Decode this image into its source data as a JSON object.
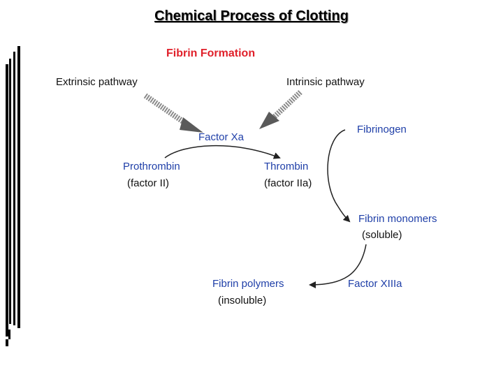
{
  "title": "Chemical Process of Clotting",
  "diagram": {
    "heading": "Fibrin Formation",
    "extrinsic": "Extrinsic pathway",
    "intrinsic": "Intrinsic pathway",
    "factor_xa": "Factor Xa",
    "prothrombin": "Prothrombin",
    "prothrombin_sub": "(factor II)",
    "thrombin": "Thrombin",
    "thrombin_sub": "(factor IIa)",
    "fibrinogen": "Fibrinogen",
    "fibrin_monomers": "Fibrin monomers",
    "fibrin_monomers_sub": "(soluble)",
    "factor_xiiia": "Factor XIIIa",
    "fibrin_polymers": "Fibrin polymers",
    "fibrin_polymers_sub": "(insoluble)"
  },
  "colors": {
    "heading": "#e0202a",
    "molecule_text": "#1f3fa8",
    "pathway_text": "#111111"
  }
}
